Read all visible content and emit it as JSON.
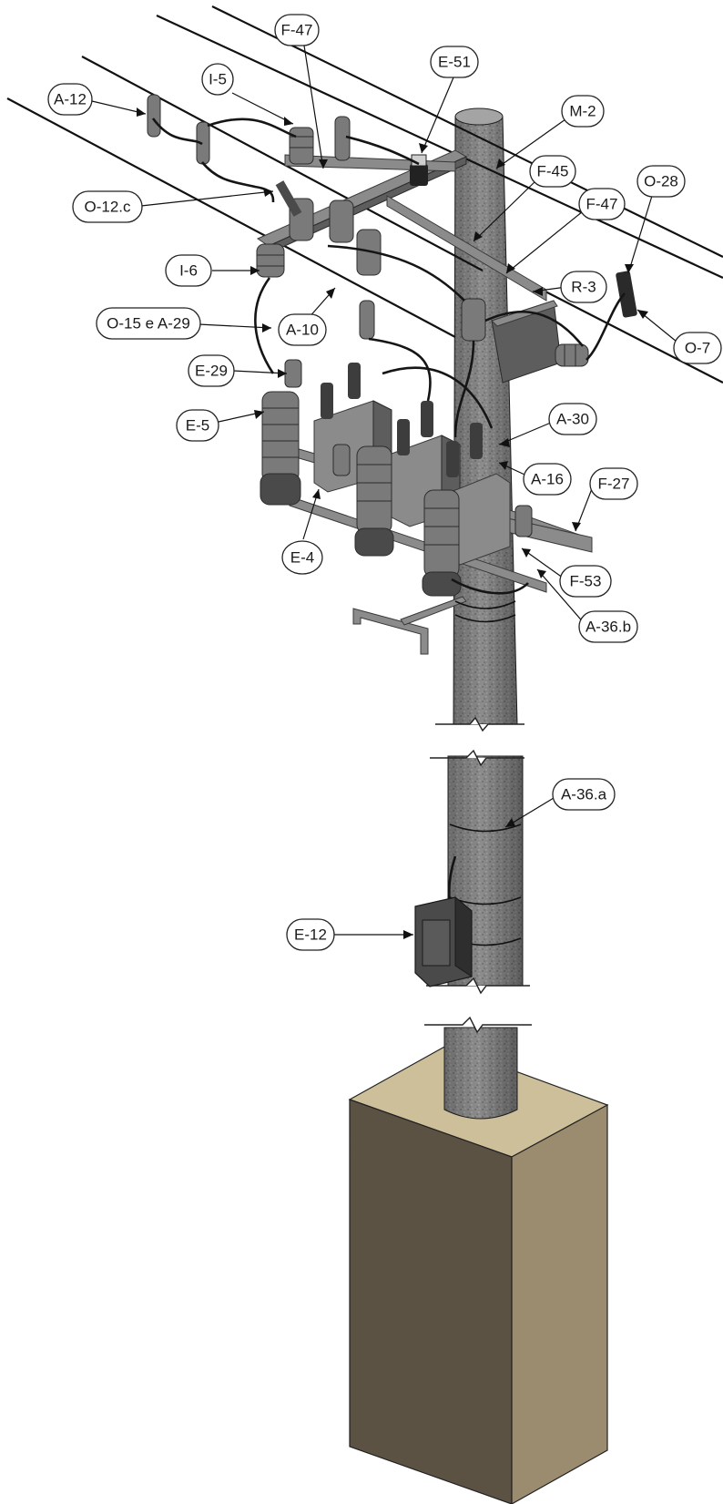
{
  "callouts": [
    {
      "id": "A-12",
      "label": "A-12"
    },
    {
      "id": "I-5",
      "label": "I-5"
    },
    {
      "id": "F-47-top",
      "label": "F-47"
    },
    {
      "id": "E-51",
      "label": "E-51"
    },
    {
      "id": "M-2",
      "label": "M-2"
    },
    {
      "id": "F-45",
      "label": "F-45"
    },
    {
      "id": "F-47-right",
      "label": "F-47"
    },
    {
      "id": "O-28",
      "label": "O-28"
    },
    {
      "id": "O-12c",
      "label": "O-12.c"
    },
    {
      "id": "I-6",
      "label": "I-6"
    },
    {
      "id": "R-3",
      "label": "R-3"
    },
    {
      "id": "O-15-A-29",
      "label": "O-15 e A-29"
    },
    {
      "id": "A-10",
      "label": "A-10"
    },
    {
      "id": "O-7",
      "label": "O-7"
    },
    {
      "id": "E-29",
      "label": "E-29"
    },
    {
      "id": "A-30",
      "label": "A-30"
    },
    {
      "id": "E-5",
      "label": "E-5"
    },
    {
      "id": "A-16",
      "label": "A-16"
    },
    {
      "id": "F-27",
      "label": "F-27"
    },
    {
      "id": "E-4",
      "label": "E-4"
    },
    {
      "id": "F-53",
      "label": "F-53"
    },
    {
      "id": "A-36b",
      "label": "A-36.b"
    },
    {
      "id": "A-36a",
      "label": "A-36.a"
    },
    {
      "id": "E-12",
      "label": "E-12"
    }
  ],
  "colors": {
    "pole": "#8c8c8c",
    "pole_dark": "#5a5a5a",
    "foundation_top": "#cdbf9a",
    "foundation_left": "#5c5244",
    "foundation_right": "#9b8c70",
    "steel": "#8b8b8b",
    "outline": "#222222"
  }
}
